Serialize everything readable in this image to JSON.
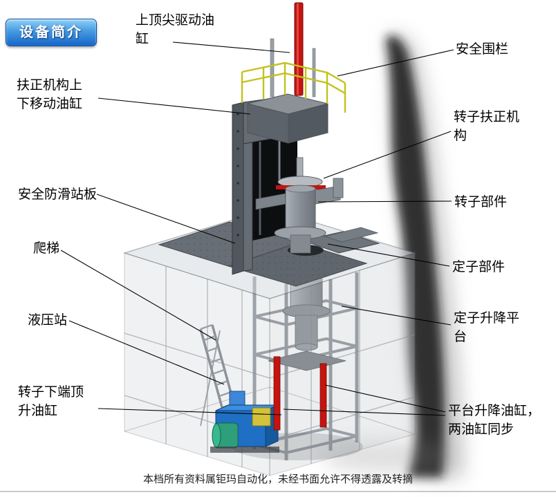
{
  "slide": {
    "badge": "设备简介",
    "footer": "本档所有资料属钜玛自动化，未经书面允许不得透露及转摘"
  },
  "labels": [
    {
      "id": "top-drive-cylinder",
      "text": "上顶尖驱动油\n缸"
    },
    {
      "id": "safety-fence",
      "text": "安全围栏"
    },
    {
      "id": "centering-updown-cylinder",
      "text": "扶正机构上\n下移动油缸"
    },
    {
      "id": "rotor-centering-mechanism",
      "text": "转子扶正机\n构"
    },
    {
      "id": "antislip-deck",
      "text": "安全防滑站板"
    },
    {
      "id": "rotor-part",
      "text": "转子部件"
    },
    {
      "id": "ladder",
      "text": "爬梯"
    },
    {
      "id": "stator-part",
      "text": "定子部件"
    },
    {
      "id": "hydraulic-station",
      "text": "液压站"
    },
    {
      "id": "stator-lift-platform",
      "text": "定子升降平\n台"
    },
    {
      "id": "rotor-bottom-jack-cylinder",
      "text": "转子下端顶\n升油缸"
    },
    {
      "id": "platform-lift-cylinders",
      "text": "平台升降油缸，\n两油缸同步"
    }
  ],
  "colors": {
    "badge_top": "#8fd1f6",
    "badge_bottom": "#1565c8",
    "cylinder_red": "#c41410",
    "railing_yellow": "#c2c21c",
    "hydraulic_blue": "#1f6fc4",
    "motor_green": "#2f9e7a",
    "frame_gray": "#9aa0a7"
  }
}
